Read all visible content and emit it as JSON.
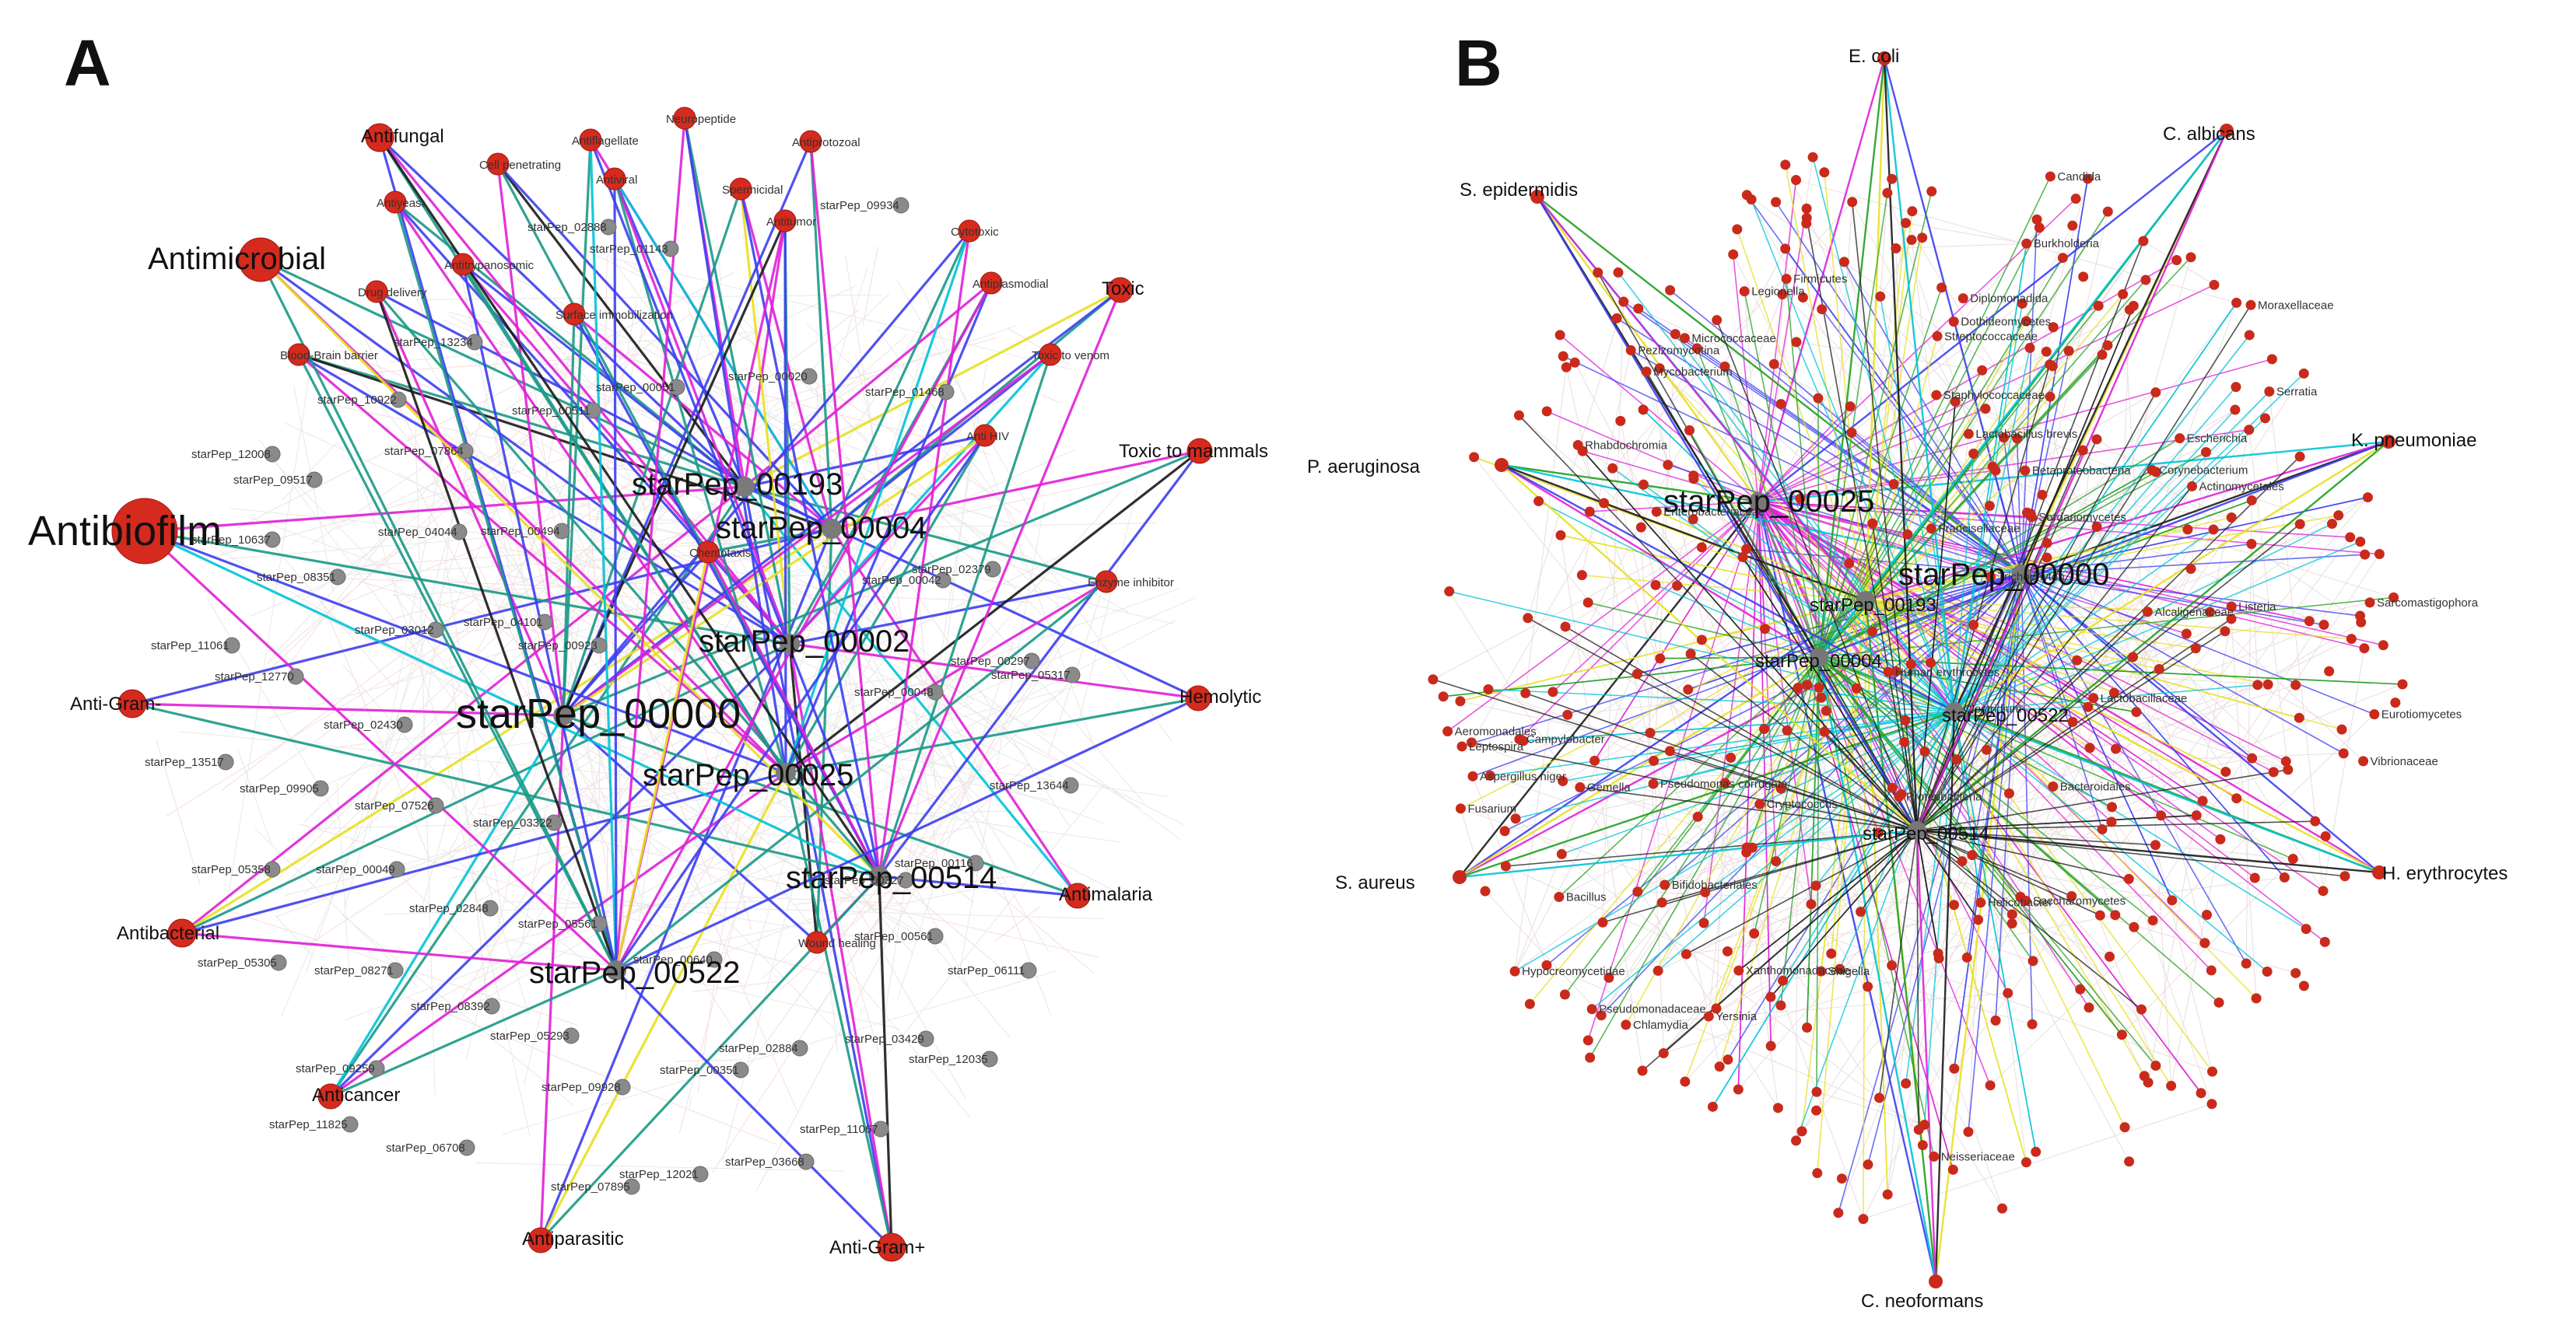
{
  "panel_a": {
    "letter": "A",
    "label_nodes": [
      "Antifungal",
      "Antiflagellate",
      "Neuropeptide",
      "Antiprotozoal",
      "Antiyeast",
      "Cell penetrating",
      "Antiviral",
      "Spermicidal",
      "Antitumor",
      "Cytotoxic",
      "Antimicrobial",
      "Drug delivery",
      "Antitrypanosomic",
      "Surface immobilization",
      "Antiplasmodial",
      "Toxic",
      "Blood-Brain barrier",
      "Toxic to venom",
      "Anti HIV",
      "Toxic to mammals",
      "Antibiofilm",
      "Chemotaxis",
      "Enzyme inhibitor",
      "Anti-Gram-",
      "Hemolytic",
      "Antimalaria",
      "Antibacterial",
      "Wound healing",
      "Anticancer",
      "Antiparasitic",
      "Anti-Gram+"
    ],
    "hub_nodes": [
      "starPep_00193",
      "starPep_00004",
      "starPep_00002",
      "starPep_00000",
      "starPep_00025",
      "starPep_00514",
      "starPep_00522"
    ],
    "peptide_nodes": [
      "starPep_02888",
      "starPep_09934",
      "starPep_01143",
      "starPep_13234",
      "starPep_00020",
      "starPep_00051",
      "starPep_01468",
      "starPep_10922",
      "starPep_00511",
      "starPep_12008",
      "starPep_07864",
      "starPep_09517",
      "starPep_10637",
      "starPep_04044",
      "starPep_00494",
      "starPep_08351",
      "starPep_00042",
      "starPep_02379",
      "starPep_03012",
      "starPep_04101",
      "starPep_11061",
      "starPep_00923",
      "starPep_12770",
      "starPep_00297",
      "starPep_05317",
      "starPep_00048",
      "starPep_02430",
      "starPep_13517",
      "starPep_09905",
      "starPep_13644",
      "starPep_07526",
      "starPep_03322",
      "starPep_05358",
      "starPep_00049",
      "starPep_02848",
      "starPep_00116",
      "starPep_00327",
      "starPep_05561",
      "starPep_00561",
      "starPep_05305",
      "starPep_08271",
      "starPep_00640",
      "starPep_06111",
      "starPep_08392",
      "starPep_05293",
      "starPep_02884",
      "starPep_03429",
      "starPep_09259",
      "starPep_09928",
      "starPep_00351",
      "starPep_12035",
      "starPep_11825",
      "starPep_11067",
      "starPep_06708",
      "starPep_03668",
      "starPep_07895",
      "starPep_12021"
    ]
  },
  "panel_b": {
    "letter": "B",
    "target_nodes": [
      "E. coli",
      "C. albicans",
      "S. epidermidis",
      "P. aeruginosa",
      "K. pneumoniae",
      "S. aureus",
      "H. erythrocytes",
      "C. neoformans"
    ],
    "hub_nodes": [
      "starPep_00025",
      "starPep_00000",
      "starPep_00193",
      "starPep_00004",
      "starPep_00522",
      "starPep_00514"
    ],
    "taxon_nodes": [
      "Pezizomycotina",
      "Diplomonadida",
      "Hypocreomycetidae",
      "Betaproteobacteria",
      "Sordariomycetes",
      "Gemella",
      "Bacillus",
      "Human erythrocytes",
      "Staphylococcaceae",
      "Pseudomonadaceae",
      "Enterobacteriaceae",
      "Lactobacillaceae",
      "Actinomycetales",
      "Corynebacterium",
      "Micrococcaceae",
      "Vibrionaceae",
      "Burkholderia",
      "Streptococcaceae",
      "Aeromonadales",
      "Xanthomonadaceae",
      "Candida",
      "Clostridium",
      "Listeria",
      "Helicobacter",
      "Bacteroidales",
      "Saccharomycetes",
      "Rhabdochromia",
      "Legionella",
      "Leptospira",
      "Yersinia",
      "Serratia",
      "Shigella",
      "Proteobacteria",
      "Mycobacterium",
      "Escherichia",
      "Aspergillus niger",
      "Lactobacillus brevis",
      "Pseudomonas corrugata",
      "Chlamydia",
      "Campylobacter",
      "Alcaligenaceae",
      "Firmicutes",
      "Eurotiomycetes",
      "Dothideomycetes",
      "Cryptococcus",
      "Fusarium",
      "Trichophyton",
      "Moraxellaceae",
      "Neisseriaceae",
      "Bifidobacteriales",
      "Sarcomastigophora",
      "Francisellaceae"
    ]
  }
}
